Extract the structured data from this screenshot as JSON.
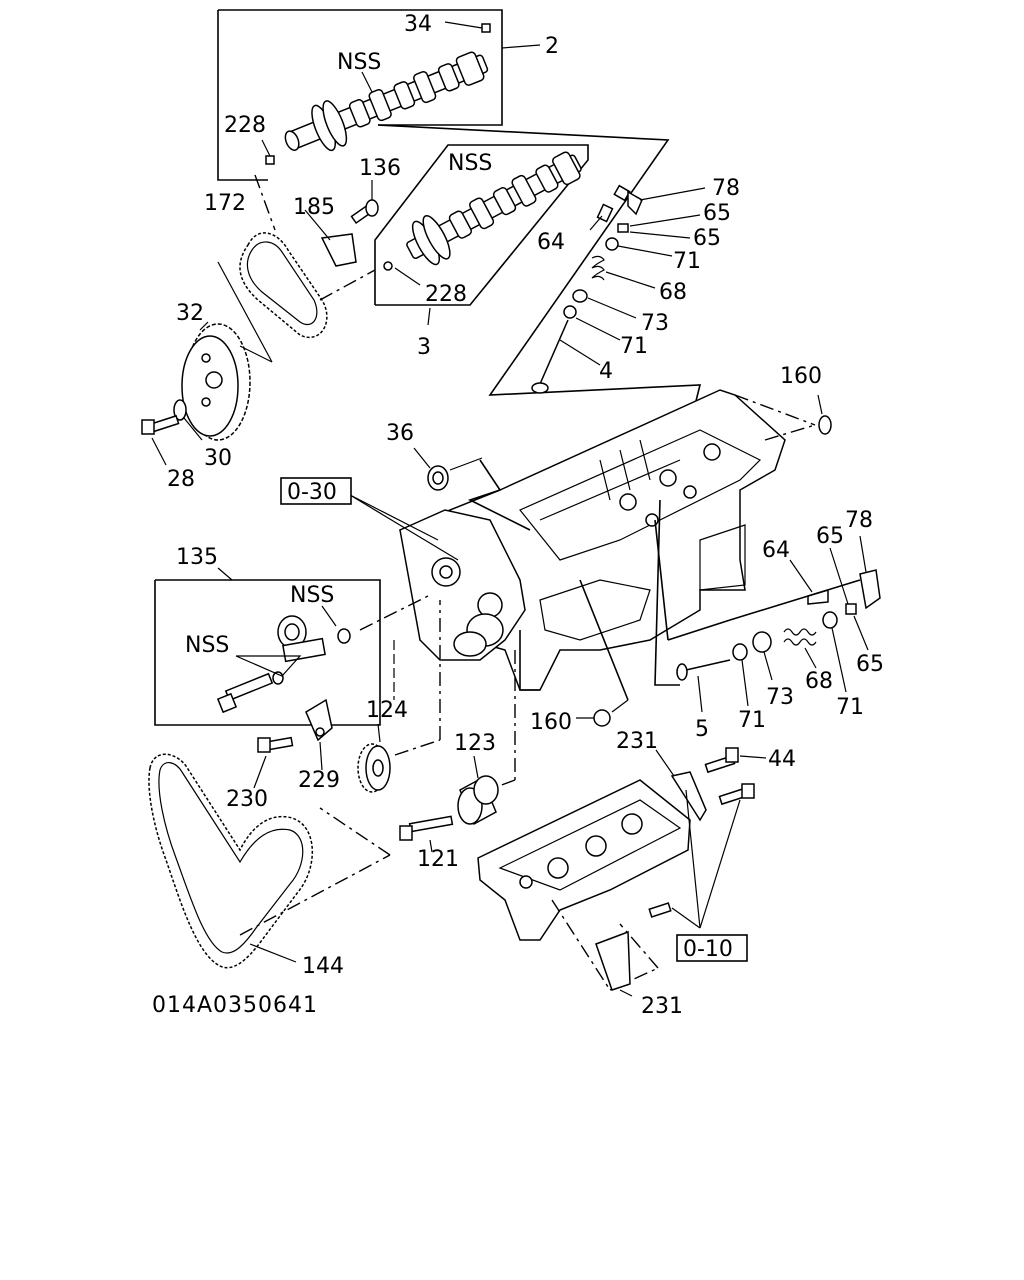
{
  "diagram": {
    "drawing_code": "014A0350641",
    "part_labels": [
      "34",
      "2",
      "NSS",
      "228",
      "136",
      "NSS",
      "185",
      "172",
      "228",
      "3",
      "78",
      "65",
      "64",
      "65",
      "71",
      "68",
      "73",
      "71",
      "4",
      "32",
      "30",
      "28",
      "160",
      "36",
      "0-30",
      "135",
      "NSS",
      "NSS",
      "78",
      "65",
      "64",
      "65",
      "68",
      "73",
      "71",
      "71",
      "5",
      "160",
      "124",
      "123",
      "229",
      "230",
      "231",
      "44",
      "121",
      "144",
      "0-10",
      "231"
    ],
    "ref_boxes": [
      "0-30",
      "0-10"
    ],
    "labels": {
      "l34": "34",
      "l2": "2",
      "nss1": "NSS",
      "l228a": "228",
      "l136": "136",
      "nss2": "NSS",
      "l185": "185",
      "l172": "172",
      "l228b": "228",
      "l3": "3",
      "l78a": "78",
      "l65a": "65",
      "l64a": "64",
      "l65b": "65",
      "l71a": "71",
      "l68a": "68",
      "l73a": "73",
      "l71b": "71",
      "l4": "4",
      "l32": "32",
      "l30": "30",
      "l28": "28",
      "l160a": "160",
      "l36": "36",
      "ref030": "0-30",
      "l135": "135",
      "nss3": "NSS",
      "nss4": "NSS",
      "l78b": "78",
      "l65c": "65",
      "l64b": "64",
      "l65d": "65",
      "l68b": "68",
      "l73b": "73",
      "l71c": "71",
      "l71d": "71",
      "l5": "5",
      "l160b": "160",
      "l124": "124",
      "l123": "123",
      "l229": "229",
      "l230": "230",
      "l231a": "231",
      "l44": "44",
      "l121": "121",
      "l144": "144",
      "ref010": "0-10",
      "l231b": "231"
    }
  }
}
